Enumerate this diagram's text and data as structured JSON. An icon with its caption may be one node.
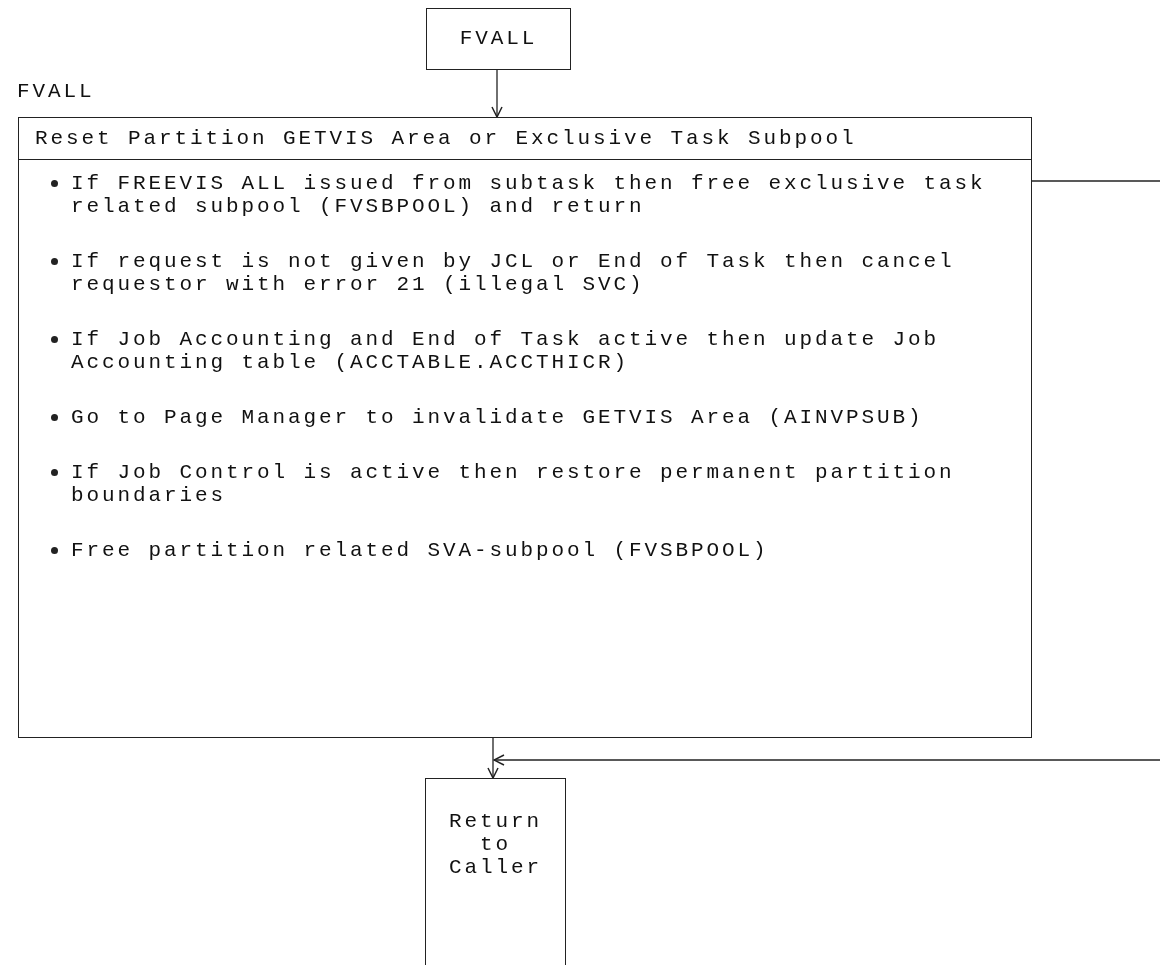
{
  "diagram": {
    "nodes": [
      {
        "text": [
          "FVALL"
        ]
      },
      {
        "text": [
          "Reset Partition GETVIS Area or Exclusive Task Subpool",
          "If FREEVIS ALL issued from subtask then free exclusive task related subpool (FVSBPOOL) and return",
          "If request is not given by JCL or End of Task then cancel requestor with error 21 (illegal SVC)",
          "If Job Accounting and End of Task active then update Job Accounting table (ACCTABLE.ACCTHICR)",
          "Go to Page Manager to invalidate GETVIS Area (AINVPSUB)",
          "If Job Control is active then restore permanent partition boundaries",
          "Free partition related SVA-subpool (FVSBPOOL)"
        ],
        "beside": [
          "FVALL"
        ]
      },
      {
        "text": [
          "Return to Caller"
        ]
      }
    ],
    "edges": [
      {
        "from": 0,
        "to": 1,
        "arrow": "to"
      },
      {
        "from": 1,
        "to": 2,
        "arrow": "to"
      },
      {
        "from": 1,
        "to": null,
        "arrow": "none"
      },
      {
        "from": null,
        "to": 2,
        "arrow": "to"
      }
    ]
  }
}
